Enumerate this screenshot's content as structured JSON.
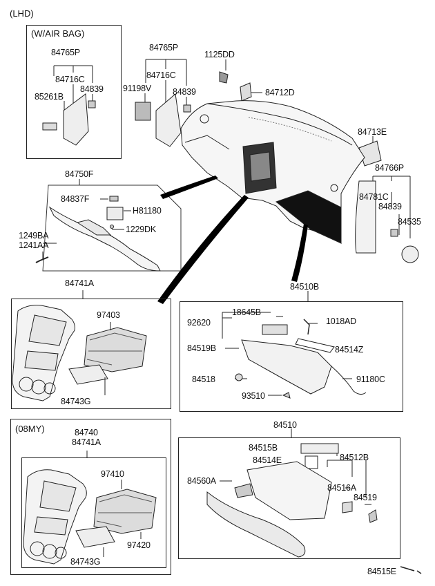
{
  "header": {
    "region": "(LHD)"
  },
  "boxes": {
    "airbag": "(W/AIR BAG)",
    "my08": "(08MY)"
  },
  "labels": {
    "p84765P_a": "84765P",
    "p84716C_a": "84716C",
    "p85261B": "85261B",
    "p84839_a": "84839",
    "p84765P_b": "84765P",
    "p84716C_b": "84716C",
    "p91198V": "91198V",
    "p84839_b": "84839",
    "p1125DD": "1125DD",
    "p84712D": "84712D",
    "p84713E": "84713E",
    "p84766P": "84766P",
    "p84781C": "84781C",
    "p84839_c": "84839",
    "p84535": "84535",
    "p84750F": "84750F",
    "p84837F": "84837F",
    "pH81180": "H81180",
    "p1229DK": "1229DK",
    "p1249BA": "1249BA",
    "p1241AA": "1241AA",
    "p84741A_a": "84741A",
    "p97403": "97403",
    "p84743G_a": "84743G",
    "p84510B": "84510B",
    "p92620": "92620",
    "p18645B": "18645B",
    "p1018AD": "1018AD",
    "p84519B": "84519B",
    "p84514Z": "84514Z",
    "p84518": "84518",
    "p91180C": "91180C",
    "p93510": "93510",
    "p84740": "84740",
    "p84741A_b": "84741A",
    "p97410": "97410",
    "p97420": "97420",
    "p84743G_b": "84743G",
    "p84510": "84510",
    "p84515B": "84515B",
    "p84514E": "84514E",
    "p84512B": "84512B",
    "p84560A": "84560A",
    "p84516A": "84516A",
    "p84519": "84519",
    "p84515E": "84515E"
  }
}
